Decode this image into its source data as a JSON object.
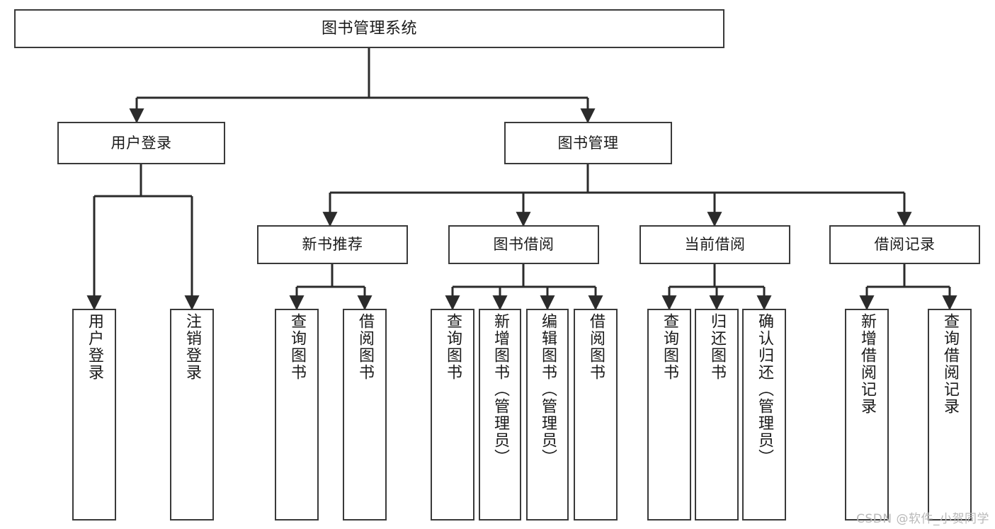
{
  "diagram": {
    "title": "图书管理系统",
    "root": {
      "label": "图书管理系统"
    },
    "level1": [
      {
        "label": "用户登录"
      },
      {
        "label": "图书管理"
      }
    ],
    "level2": [
      {
        "label": "新书推荐"
      },
      {
        "label": "图书借阅"
      },
      {
        "label": "当前借阅"
      },
      {
        "label": "借阅记录"
      }
    ],
    "leaves": {
      "user_login": [
        {
          "label": "用户登录"
        },
        {
          "label": "注销登录"
        }
      ],
      "new_book_recommend": [
        {
          "label": "查询图书"
        },
        {
          "label": "借阅图书"
        }
      ],
      "book_borrow": [
        {
          "label": "查询图书"
        },
        {
          "label": "新增图书（管理员）"
        },
        {
          "label": "编辑图书（管理员）"
        },
        {
          "label": "借阅图书"
        }
      ],
      "current_borrow": [
        {
          "label": "查询图书"
        },
        {
          "label": "归还图书"
        },
        {
          "label": "确认归还（管理员）"
        }
      ],
      "borrow_records": [
        {
          "label": "新增借阅记录"
        },
        {
          "label": "查询借阅记录"
        }
      ]
    }
  },
  "watermark": {
    "text": "CSDN @软件_小贺同学"
  },
  "colors": {
    "box_border": "#3a3a3a",
    "connector": "#2b2b2b",
    "background": "#ffffff",
    "text": "#1a1a1a",
    "watermark": "#b9b9b9"
  }
}
